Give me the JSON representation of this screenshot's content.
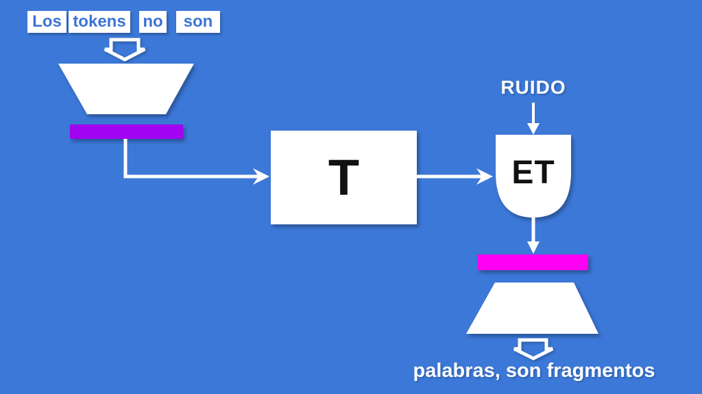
{
  "colors": {
    "background": "#3C78D8",
    "token_text": "#3B74D6",
    "shape_fill": "#FFFFFF",
    "line": "#FFFFFF",
    "purple_bar": "#A104F0",
    "magenta_bar": "#FF00F2",
    "block_text": "#111111"
  },
  "token_sequence": {
    "items": [
      "Los",
      "tokens",
      "no",
      "son"
    ]
  },
  "transformer_block": {
    "label": "T"
  },
  "noise_label": {
    "text": "RUIDO"
  },
  "decoder_block": {
    "label": "ET"
  },
  "output_caption": {
    "text": "palabras, son fragmentos"
  }
}
